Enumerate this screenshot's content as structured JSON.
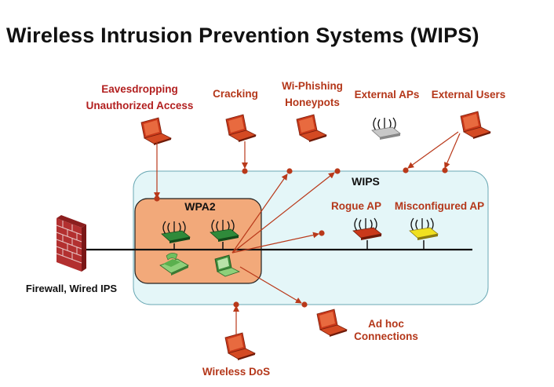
{
  "title": "Wireless Intrusion Prevention Systems (WIPS)",
  "labels": {
    "eavesdropping": "Eavesdropping",
    "unauthorized": "Unauthorized Access",
    "cracking": "Cracking",
    "wi_phishing": "Wi-Phishing",
    "honeypots": "Honeypots",
    "external_aps": "External APs",
    "external_users": "External Users",
    "wips": "WIPS",
    "wpa2": "WPA2",
    "rogue_ap": "Rogue AP",
    "misconfigured_ap": "Misconfigured AP",
    "firewall": "Firewall, Wired IPS",
    "ad_hoc_1": "Ad hoc",
    "ad_hoc_2": "Connections",
    "wireless_dos": "Wireless DoS"
  },
  "colors": {
    "threat_text": "#b4371a",
    "wips_zone": "#e4f6f8",
    "wpa2_zone": "#f2a97a",
    "arrow": "#b9391a",
    "laptop": "#c9391a",
    "wall": "#b33030"
  }
}
